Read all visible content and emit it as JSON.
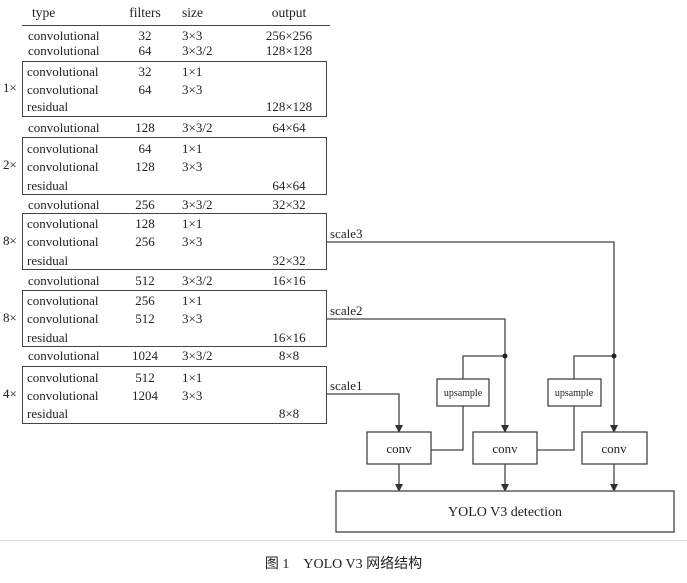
{
  "table": {
    "headers": {
      "type": "type",
      "filters": "filters",
      "size": "size",
      "output": "output"
    },
    "rows": [
      {
        "type": "convolutional",
        "filters": "32",
        "size": "3×3",
        "output": "256×256"
      },
      {
        "type": "convolutional",
        "filters": "64",
        "size": "3×3/2",
        "output": "128×128"
      },
      {
        "type": "convolutional",
        "filters": "32",
        "size": "1×1",
        "output": ""
      },
      {
        "type": "convolutional",
        "filters": "64",
        "size": "3×3",
        "output": ""
      },
      {
        "type": "residual",
        "filters": "",
        "size": "",
        "output": "128×128"
      },
      {
        "type": "convolutional",
        "filters": "128",
        "size": "3×3/2",
        "output": "64×64"
      },
      {
        "type": "convolutional",
        "filters": "64",
        "size": "1×1",
        "output": ""
      },
      {
        "type": "convolutional",
        "filters": "128",
        "size": "3×3",
        "output": ""
      },
      {
        "type": "residual",
        "filters": "",
        "size": "",
        "output": "64×64"
      },
      {
        "type": "convolutional",
        "filters": "256",
        "size": "3×3/2",
        "output": "32×32"
      },
      {
        "type": "convolutional",
        "filters": "128",
        "size": "1×1",
        "output": ""
      },
      {
        "type": "convolutional",
        "filters": "256",
        "size": "3×3",
        "output": ""
      },
      {
        "type": "residual",
        "filters": "",
        "size": "",
        "output": "32×32"
      },
      {
        "type": "convolutional",
        "filters": "512",
        "size": "3×3/2",
        "output": "16×16"
      },
      {
        "type": "convolutional",
        "filters": "256",
        "size": "1×1",
        "output": ""
      },
      {
        "type": "convolutional",
        "filters": "512",
        "size": "3×3",
        "output": ""
      },
      {
        "type": "residual",
        "filters": "",
        "size": "",
        "output": "16×16"
      },
      {
        "type": "convolutional",
        "filters": "1024",
        "size": "3×3/2",
        "output": "8×8"
      },
      {
        "type": "convolutional",
        "filters": "512",
        "size": "1×1",
        "output": ""
      },
      {
        "type": "convolutional",
        "filters": "1204",
        "size": "3×3",
        "output": ""
      },
      {
        "type": "residual",
        "filters": "",
        "size": "",
        "output": "8×8"
      }
    ],
    "multipliers": [
      "1×",
      "2×",
      "8×",
      "8×",
      "4×"
    ]
  },
  "diagram": {
    "scales": [
      "scale3",
      "scale2",
      "scale1"
    ],
    "upsample": "upsample",
    "conv": "conv",
    "detection": "YOLO V3 detection"
  },
  "caption": "图 1　YOLO V3 网络结构"
}
